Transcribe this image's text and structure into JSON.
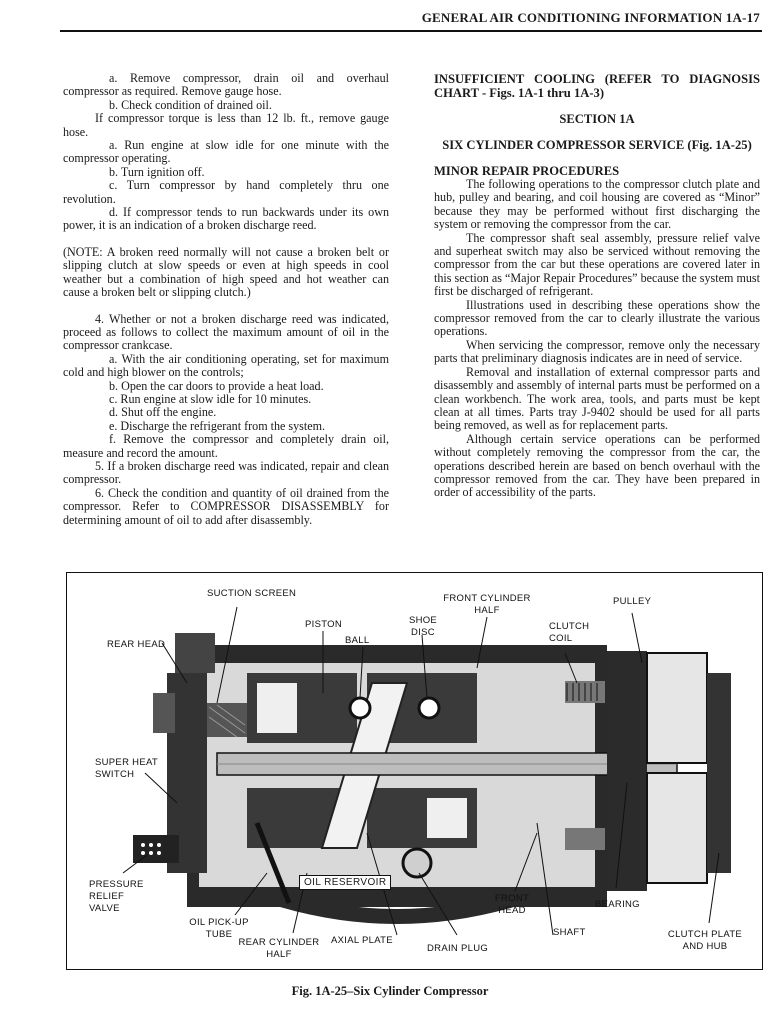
{
  "header": {
    "title": "GENERAL AIR CONDITIONING INFORMATION 1A-17"
  },
  "left_column": [
    "a. Remove compressor, drain oil and overhaul compressor as required. Remove gauge hose.",
    "b. Check condition of drained oil.",
    "If compressor torque is less than 12 lb. ft., remove gauge hose.",
    "a. Run engine at slow idle for one minute with the compressor operating.",
    "b. Turn ignition off.",
    "c. Turn compressor by hand completely thru one revolution.",
    "d. If compressor tends to run backwards under its own power, it is an indication of a broken discharge reed.",
    "(NOTE: A broken reed normally will not cause a broken belt or slipping clutch at slow speeds or even at high speeds in cool weather but a combination of high speed and hot weather can cause a broken belt or slipping clutch.)",
    "4. Whether or not a broken discharge reed was indicated, proceed as follows to collect the maximum amount of oil in the compressor crankcase.",
    "a. With the air conditioning operating, set for maximum cold and high blower on the controls;",
    "b. Open the car doors to provide a heat load.",
    "c. Run engine at slow idle for 10 minutes.",
    "d. Shut off the engine.",
    "e. Discharge the refrigerant from the system.",
    "f. Remove the compressor and completely drain oil, measure and record the amount.",
    "5. If a broken discharge reed was indicated, repair and clean compressor.",
    "6. Check the condition and quantity of oil drained from the compressor. Refer to COMPRESSOR DISASSEMBLY for determining amount of oil to add after disassembly."
  ],
  "right_column": {
    "heading1": "INSUFFICIENT COOLING (REFER TO DIAGNOSIS CHART - Figs. 1A-1 thru 1A-3)",
    "heading2": "SECTION 1A",
    "heading3": "SIX CYLINDER COMPRESSOR SERVICE (Fig. 1A-25)",
    "heading4": "MINOR REPAIR PROCEDURES",
    "paragraphs": [
      "The following operations to the compressor clutch plate and hub, pulley and bearing, and coil housing are covered as “Minor” because they may be performed without first discharging the system or removing the compressor from the car.",
      "The compressor shaft seal assembly, pressure relief valve and superheat switch may also be serviced without removing the compressor from the car but these operations are covered later in this section as “Major Repair Procedures” because the system must first be discharged of refrigerant.",
      "Illustrations used in describing these operations show the compressor removed from the car to clearly illustrate the various operations.",
      "When servicing the compressor, remove only the necessary parts that preliminary diagnosis indicates are in need of service.",
      "Removal and installation of external compressor parts and disassembly and assembly of internal parts must be performed on a clean workbench. The work area, tools, and parts must be kept clean at all times. Parts tray J-9402 should be used for all parts being removed, as well as for replacement parts.",
      "Although certain service operations can be performed without completely removing the compressor from the car, the operations described herein are based on bench overhaul with the compressor removed from the car. They have been prepared in order of accessibility of the parts."
    ]
  },
  "figure": {
    "labels": {
      "suction_screen": "SUCTION SCREEN",
      "front_cylinder_half": "FRONT CYLINDER HALF",
      "pulley": "PULLEY",
      "piston": "PISTON",
      "shoe_disc": "SHOE DISC",
      "clutch_coil": "CLUTCH COIL",
      "ball": "BALL",
      "rear_head": "REAR HEAD",
      "super_heat_switch": "SUPER HEAT SWITCH",
      "pressure_relief_valve": "PRESSURE RELIEF VALVE",
      "oil_reservoir": "OIL RESERVOIR",
      "front_head": "FRONT HEAD",
      "bearing": "BEARING",
      "oil_pickup_tube": "OIL PICK-UP TUBE",
      "shaft": "SHAFT",
      "clutch_plate_hub": "CLUTCH PLATE AND HUB",
      "rear_cylinder_half": "REAR CYLINDER HALF",
      "axial_plate": "AXIAL PLATE",
      "drain_plug": "DRAIN PLUG"
    },
    "caption": "Fig. 1A-25–Six Cylinder Compressor"
  }
}
